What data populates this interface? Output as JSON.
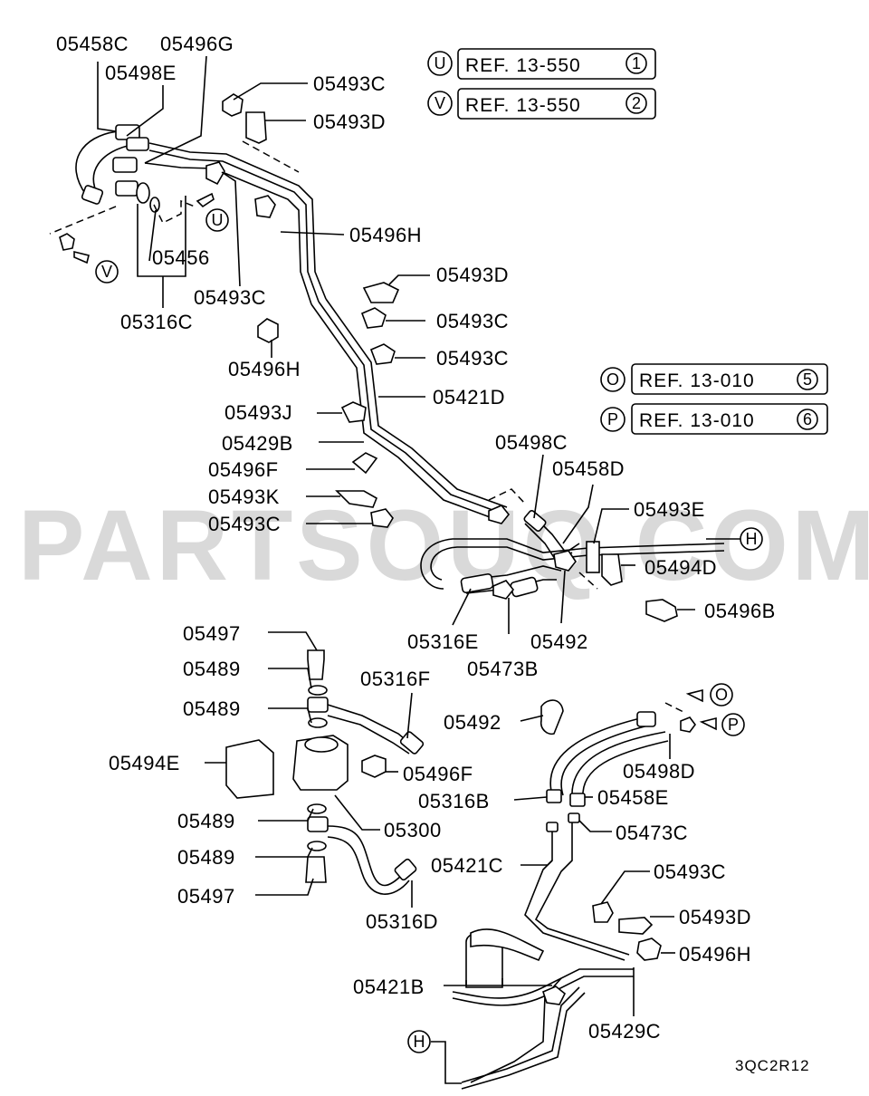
{
  "watermark": "PARTSOUQ.COM",
  "diagram_code": "3QC2R12",
  "references": [
    {
      "marker": "U",
      "text": "REF. 13-550",
      "num": "1"
    },
    {
      "marker": "V",
      "text": "REF. 13-550",
      "num": "2"
    },
    {
      "marker": "O",
      "text": "REF. 13-010",
      "num": "5"
    },
    {
      "marker": "P",
      "text": "REF. 13-010",
      "num": "6"
    }
  ],
  "connectors": [
    "U",
    "V",
    "H",
    "O",
    "P",
    "H"
  ],
  "labels": [
    "05458C",
    "05496G",
    "05498E",
    "05493C",
    "05493D",
    "05496H",
    "05456",
    "05493C",
    "05316C",
    "05493D",
    "05493C",
    "05493C",
    "05496H",
    "05421D",
    "05493J",
    "05429B",
    "05498C",
    "05458D",
    "05496F",
    "05493K",
    "05493C",
    "05493E",
    "05494D",
    "05496B",
    "05316E",
    "05492",
    "05473B",
    "05497",
    "05489",
    "05316F",
    "05489",
    "05492",
    "05494E",
    "05496F",
    "05498D",
    "05316B",
    "05458E",
    "05489",
    "05300",
    "05473C",
    "05421C",
    "05489",
    "05493C",
    "05497",
    "05493D",
    "05316D",
    "05496H",
    "05421B",
    "05429C"
  ]
}
